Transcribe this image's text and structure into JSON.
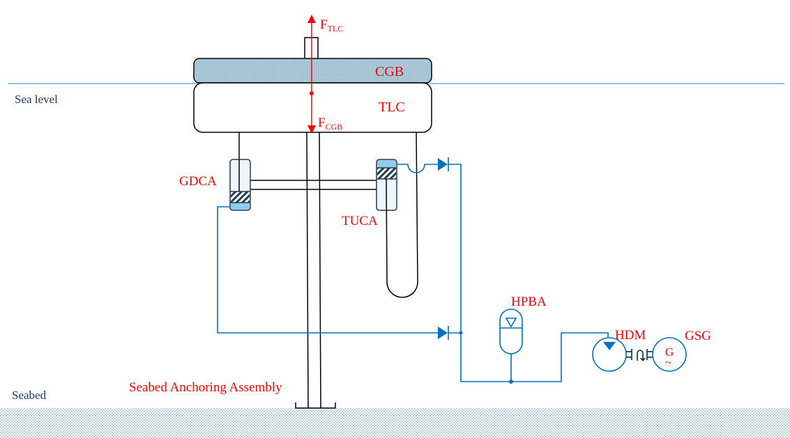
{
  "diagram": {
    "labels": {
      "sea_level": "Sea level",
      "seabed": "Seabed",
      "cgb": "CGB",
      "tlc": "TLC",
      "f_tlc_main": "F",
      "f_tlc_sub": "TLC",
      "f_cgb_main": "F",
      "f_cgb_sub": "CGB",
      "gdca": "GDCA",
      "tuca": "TUCA",
      "hpba": "HPBA",
      "hdm": "HDM",
      "gsg": "GSG",
      "generator_symbol": "G",
      "generator_tilde": "~",
      "anchoring": "Seabed Anchoring Assembly"
    },
    "colors": {
      "label_red": "#ff0000",
      "label_navy": "#1f3864",
      "hydraulic_blue": "#0070c0",
      "sea_line": "#5bb6e6",
      "buoy_fill": "#a6c4d4",
      "seabed_fill": "#c7d8e4"
    }
  }
}
